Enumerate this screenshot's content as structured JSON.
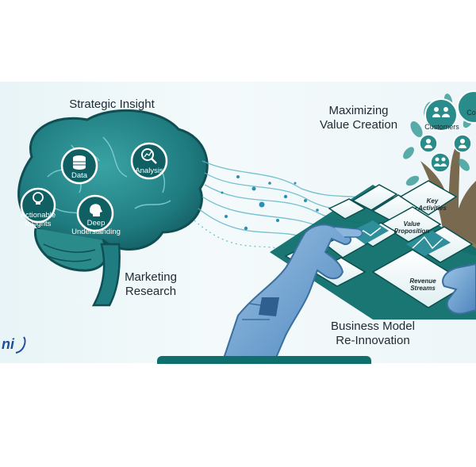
{
  "labels": {
    "strategic_insight": "Strategic Insight",
    "marketing_research": [
      "Marketing",
      "Research"
    ],
    "maximizing_value": [
      "Maximizing",
      "Value Creation"
    ],
    "business_model": [
      "Business Model",
      "Re-Innovation"
    ]
  },
  "brain_nodes": {
    "data": "Data",
    "analysis": "Analysis",
    "actionable_insights": [
      "Actionable",
      "Insights"
    ],
    "deep_understanding": [
      "Deep",
      "Understanding"
    ]
  },
  "tree_nodes": {
    "customers": "Customers",
    "partial": "Co"
  },
  "tiles": {
    "key_activities": [
      "Key",
      "Activities"
    ],
    "value_proposition": [
      "Value",
      "Proposition"
    ],
    "revenue_streams": [
      "Revenue",
      "Streams"
    ]
  },
  "logo_text": "ni",
  "colors": {
    "brain_teal": "#1f7c80",
    "tree_teal": "#2a8c8a",
    "hand_blue": "#6a9fcf",
    "board_teal": "#0e6f6c",
    "bottom_bar": "#0e6f6c"
  },
  "icons": [
    "database-icon",
    "magnifier-chart-icon",
    "lightbulb-icon",
    "head-brain-icon",
    "people-icon",
    "leaf-icon",
    "tree-icon",
    "robot-hand-icon"
  ]
}
